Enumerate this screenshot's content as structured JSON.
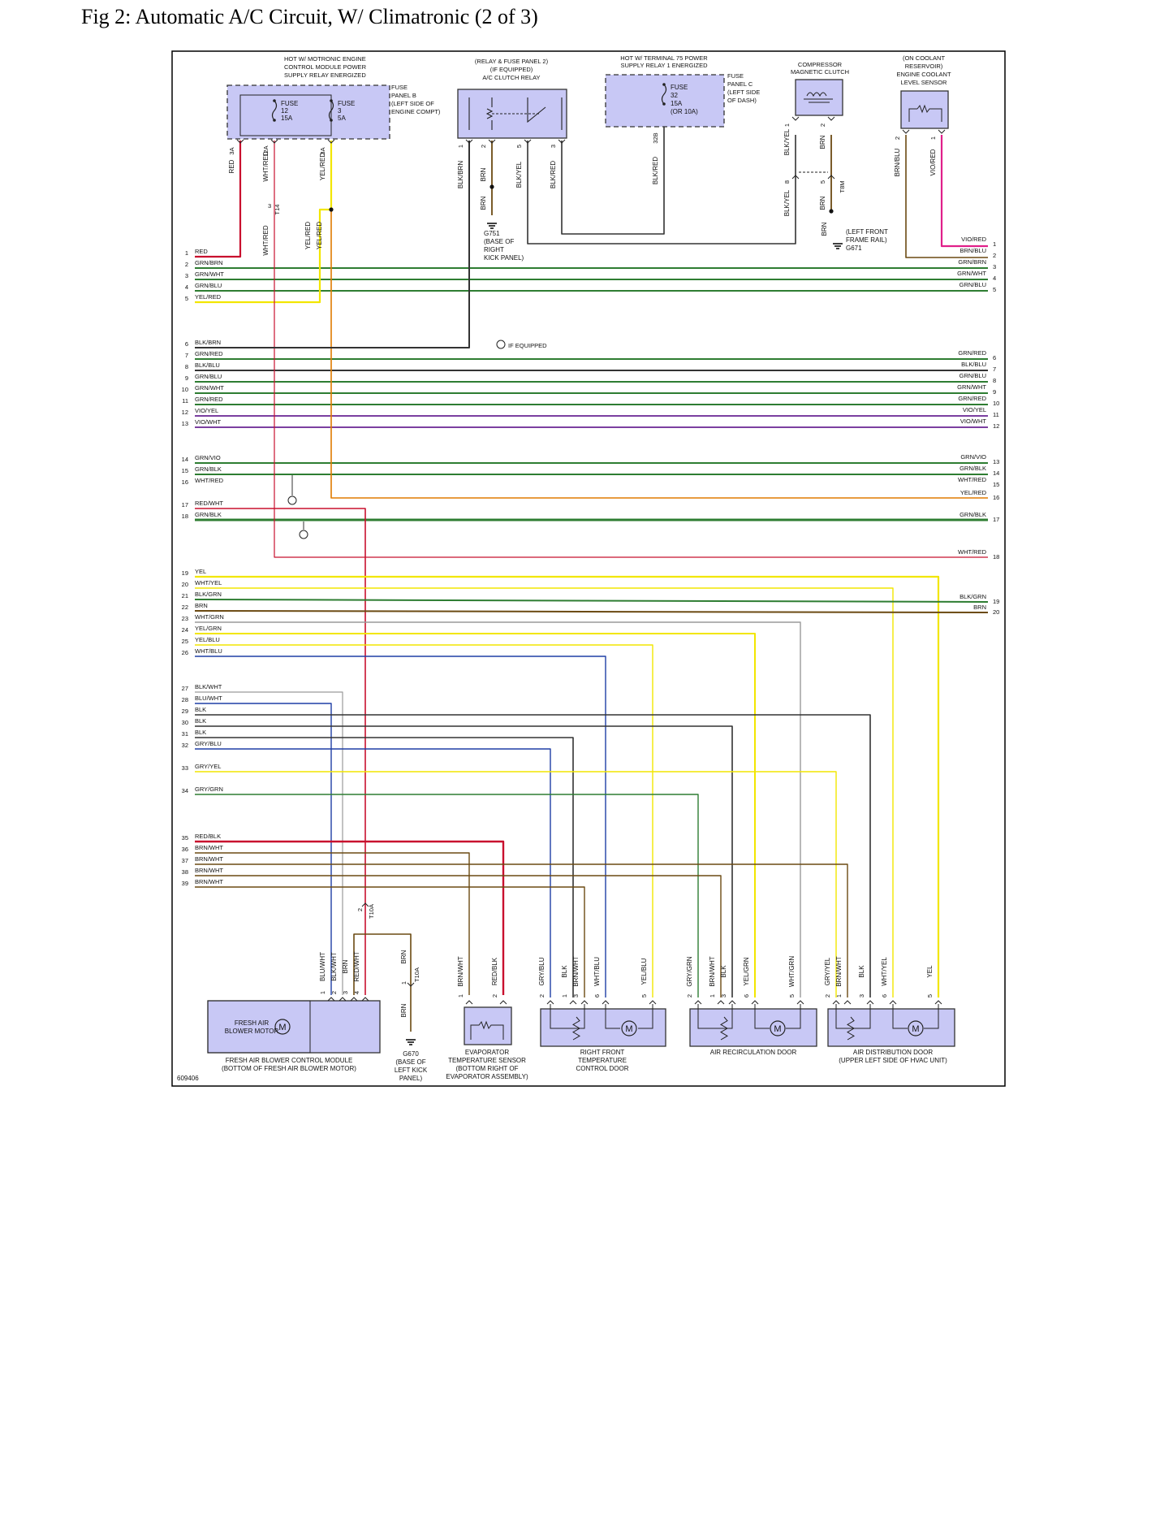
{
  "title": "Fig 2: Automatic A/C Circuit, W/ Climatronic (2 of 3)",
  "figure_id": "609406",
  "colors": {
    "RED": "#c8102e",
    "BLK": "#333333",
    "BRN": "#6b4a12",
    "YEL": "#f2e600",
    "GRN": "#2e7d32",
    "BLU": "#1f3fa6",
    "VIO": "#7b3fa0",
    "WHT": "#d0d0d0",
    "GRY": "#9a9a9a",
    "ORN": "#e07b00",
    "PNK": "#e0208a",
    "component_fill": "#c8c8f5",
    "component_stroke": "#333333"
  },
  "notes": {
    "if_equipped": "IF EQUIPPED"
  },
  "top_components": {
    "motronic": {
      "caption": [
        "HOT W/ MOTRONIC ENGINE",
        "CONTROL MODULE POWER",
        "SUPPLY RELAY ENERGIZED"
      ],
      "fuse_a": [
        "FUSE",
        "12",
        "15A"
      ],
      "fuse_b": [
        "FUSE",
        "3",
        "5A"
      ],
      "panel": [
        "FUSE",
        "PANEL B",
        "(LEFT SIDE OF",
        "ENGINE COMPT)"
      ],
      "pins": [
        "3A",
        "12A",
        "3A"
      ],
      "wires": [
        "RED",
        "WHT/RED",
        "YEL/RED"
      ],
      "t14_pin": "3",
      "t14_label": "T14",
      "lower_wires": [
        "WHT/RED",
        "YEL/RED",
        "YEL/RED"
      ]
    },
    "clutch_relay": {
      "caption": [
        "(RELAY & FUSE PANEL 2)",
        "(IF EQUIPPED)",
        "A/C CLUTCH RELAY"
      ],
      "pins": [
        "1",
        "2",
        "5",
        "3"
      ],
      "wires": [
        "BLK/BRN",
        "BRN",
        "BLK/YEL",
        "BLK/RED"
      ],
      "ground_wire": "BRN",
      "ground": [
        "G751",
        "(BASE OF",
        "RIGHT",
        "KICK PANEL)"
      ]
    },
    "terminal75": {
      "caption": [
        "HOT W/ TERMINAL 75 POWER",
        "SUPPLY RELAY 1 ENERGIZED"
      ],
      "fuse": [
        "FUSE",
        "32",
        "15A",
        "(OR 10A)"
      ],
      "panel": [
        "FUSE",
        "PANEL C",
        "(LEFT SIDE",
        "OF DASH)"
      ],
      "pin": "32B",
      "wire": "BLK/RED"
    },
    "compressor": {
      "caption": [
        "COMPRESSOR",
        "MAGNETIC CLUTCH"
      ],
      "pins": [
        "1",
        "2"
      ],
      "wires": [
        "BLK/YEL",
        "BRN"
      ],
      "lower_pins": [
        "8",
        "5"
      ],
      "lower_wires": [
        "BLK/YEL",
        "BRN"
      ],
      "connector": "T8M",
      "ground_wire": "BRN",
      "ground": [
        "(LEFT FRONT",
        "FRAME RAIL)",
        "G671"
      ]
    },
    "coolant_sensor": {
      "caption": [
        "(ON COOLANT",
        "RESERVOIR)",
        "ENGINE COOLANT",
        "LEVEL SENSOR"
      ],
      "pins": [
        "2",
        "1"
      ],
      "wires": [
        "BRN/BLU",
        "VIO/RED"
      ]
    }
  },
  "left_rows": [
    {
      "n": "1",
      "wire": "RED"
    },
    {
      "n": "2",
      "wire": "GRN/BRN"
    },
    {
      "n": "3",
      "wire": "GRN/WHT"
    },
    {
      "n": "4",
      "wire": "GRN/BLU"
    },
    {
      "n": "5",
      "wire": "YEL/RED"
    },
    {
      "n": "6",
      "wire": "BLK/BRN"
    },
    {
      "n": "7",
      "wire": "GRN/RED"
    },
    {
      "n": "8",
      "wire": "BLK/BLU"
    },
    {
      "n": "9",
      "wire": "GRN/BLU"
    },
    {
      "n": "10",
      "wire": "GRN/WHT"
    },
    {
      "n": "11",
      "wire": "GRN/RED"
    },
    {
      "n": "12",
      "wire": "VIO/YEL"
    },
    {
      "n": "13",
      "wire": "VIO/WHT"
    },
    {
      "n": "14",
      "wire": "GRN/VIO"
    },
    {
      "n": "15",
      "wire": "GRN/BLK"
    },
    {
      "n": "16",
      "wire": "WHT/RED"
    },
    {
      "n": "17",
      "wire": "RED/WHT"
    },
    {
      "n": "18",
      "wire": "GRN/BLK"
    },
    {
      "n": "19",
      "wire": "YEL"
    },
    {
      "n": "20",
      "wire": "WHT/YEL"
    },
    {
      "n": "21",
      "wire": "BLK/GRN"
    },
    {
      "n": "22",
      "wire": "BRN"
    },
    {
      "n": "23",
      "wire": "WHT/GRN"
    },
    {
      "n": "24",
      "wire": "YEL/GRN"
    },
    {
      "n": "25",
      "wire": "YEL/BLU"
    },
    {
      "n": "26",
      "wire": "WHT/BLU"
    },
    {
      "n": "27",
      "wire": "BLK/WHT"
    },
    {
      "n": "28",
      "wire": "BLU/WHT"
    },
    {
      "n": "29",
      "wire": "BLK"
    },
    {
      "n": "30",
      "wire": "BLK"
    },
    {
      "n": "31",
      "wire": "BLK"
    },
    {
      "n": "32",
      "wire": "GRY/BLU"
    },
    {
      "n": "33",
      "wire": "GRY/YEL"
    },
    {
      "n": "34",
      "wire": "GRY/GRN"
    },
    {
      "n": "35",
      "wire": "RED/BLK"
    },
    {
      "n": "36",
      "wire": "BRN/WHT"
    },
    {
      "n": "37",
      "wire": "BRN/WHT"
    },
    {
      "n": "38",
      "wire": "BRN/WHT"
    },
    {
      "n": "39",
      "wire": "BRN/WHT"
    }
  ],
  "right_rows": [
    {
      "n": "1",
      "wire": "VIO/RED"
    },
    {
      "n": "2",
      "wire": "BRN/BLU"
    },
    {
      "n": "3",
      "wire": "GRN/BRN"
    },
    {
      "n": "4",
      "wire": "GRN/WHT"
    },
    {
      "n": "5",
      "wire": "GRN/BLU"
    },
    {
      "n": "6",
      "wire": "GRN/RED"
    },
    {
      "n": "7",
      "wire": "BLK/BLU"
    },
    {
      "n": "8",
      "wire": "GRN/BLU"
    },
    {
      "n": "9",
      "wire": "GRN/WHT"
    },
    {
      "n": "10",
      "wire": "GRN/RED"
    },
    {
      "n": "11",
      "wire": "VIO/YEL"
    },
    {
      "n": "12",
      "wire": "VIO/WHT"
    },
    {
      "n": "13",
      "wire": "GRN/VIO"
    },
    {
      "n": "14",
      "wire": "GRN/BLK"
    },
    {
      "n": "15",
      "wire": "WHT/RED"
    },
    {
      "n": "16",
      "wire": "YEL/RED"
    },
    {
      "n": "17",
      "wire": "GRN/BLK"
    },
    {
      "n": "18",
      "wire": "WHT/RED"
    },
    {
      "n": "19",
      "wire": "BLK/GRN"
    },
    {
      "n": "20",
      "wire": "BRN"
    }
  ],
  "bottom_components": {
    "fresh_air": {
      "motor_label": [
        "FRESH AIR",
        "BLOWER MOTOR"
      ],
      "caption": [
        "FRESH AIR BLOWER CONTROL MODULE",
        "(BOTTOM OF FRESH AIR BLOWER MOTOR)"
      ],
      "wires": [
        "BLU/WHT",
        "BLK/WHT",
        "BRN",
        "RED/WHT"
      ],
      "pins": [
        "1",
        "2",
        "3",
        "4"
      ],
      "t10a_pin": "2",
      "t10a": "T10A"
    },
    "g670": {
      "wire_top": "BRN",
      "pin": "1",
      "connector": "T10A",
      "wire_bottom": "BRN",
      "caption": [
        "G670",
        "(BASE OF",
        "LEFT KICK",
        "PANEL)"
      ]
    },
    "evap": {
      "wires": [
        "BRN/WHT",
        "RED/BLK"
      ],
      "pins": [
        "1",
        "2"
      ],
      "caption": [
        "EVAPORATOR",
        "TEMPERATURE SENSOR",
        "(BOTTOM RIGHT OF",
        "EVAPORATOR ASSEMBLY)"
      ]
    },
    "rf_temp": {
      "wires": [
        "GRY/BLU",
        "BLK",
        "BRN/WHT",
        "WHT/BLU",
        "YEL/BLU"
      ],
      "pins": [
        "2",
        "1",
        "3",
        "6",
        "5"
      ],
      "caption": [
        "RIGHT FRONT",
        "TEMPERATURE",
        "CONTROL DOOR"
      ]
    },
    "recirc": {
      "wires": [
        "GRY/GRN",
        "BRN/WHT",
        "BLK",
        "YEL/GRN",
        "WHT/GRN"
      ],
      "pins": [
        "2",
        "1",
        "3",
        "6",
        "5"
      ],
      "caption": [
        "AIR RECIRCULATION DOOR"
      ]
    },
    "distribution": {
      "wires": [
        "GRY/YEL",
        "BRN/WHT",
        "BLK",
        "WHT/YEL",
        "YEL"
      ],
      "pins": [
        "2",
        "1",
        "3",
        "6",
        "5"
      ],
      "caption": [
        "AIR DISTRIBUTION DOOR",
        "(UPPER LEFT SIDE OF HVAC UNIT)"
      ]
    }
  }
}
